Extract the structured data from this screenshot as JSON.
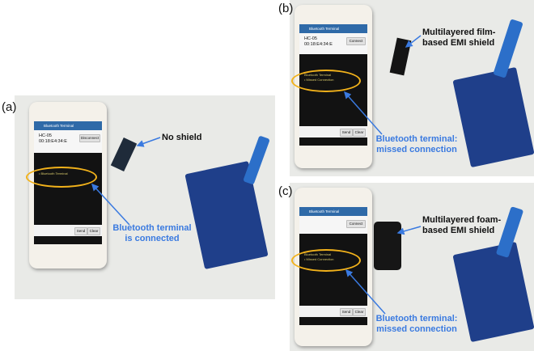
{
  "panels": [
    {
      "letter": "(a)",
      "app_title": "Bluetooth Terminal",
      "device_name": "HC-05",
      "device_address": "00:18:E4:34:E",
      "connect_button": "Disconnect",
      "terminal_lines": [
        "• Bluetooth Terminal"
      ],
      "send_button": "Send",
      "clear_button": "Clear",
      "shield_label": "No shield",
      "status_label": "Bluetooth terminal is connected",
      "status_lines": [
        "Bluetooth terminal",
        "is connected"
      ]
    },
    {
      "letter": "(b)",
      "app_title": "Bluetooth Terminal",
      "device_name": "HC-05",
      "device_address": "00:18:E4:34:E",
      "connect_button": "Connect",
      "terminal_lines": [
        "Bluetooth Terminal",
        "• Missed Connection"
      ],
      "send_button": "Send",
      "clear_button": "Clear",
      "shield_label": "Multilayered film-based EMI shield",
      "shield_lines": [
        "Multilayered film-",
        "based EMI shield"
      ],
      "status_label": "Bluetooth terminal: missed connection",
      "status_lines": [
        "Bluetooth terminal:",
        "missed connection"
      ]
    },
    {
      "letter": "(c)",
      "app_title": "Bluetooth Terminal",
      "device_name": "",
      "device_address": "",
      "connect_button": "Connect",
      "terminal_lines": [
        "Bluetooth Terminal",
        "• Missed Connection"
      ],
      "send_button": "Send",
      "clear_button": "Clear",
      "shield_label": "Multilayered foam-based EMI shield",
      "shield_lines": [
        "Multilayered foam-",
        "based EMI shield"
      ],
      "status_label": "Bluetooth terminal: missed connection",
      "status_lines": [
        "Bluetooth terminal:",
        "missed connection"
      ]
    }
  ],
  "colors": {
    "ellipse": "#f2b21b",
    "annotation_blue": "#3a7ae0",
    "board_blue": "#1f3f8a",
    "app_bar": "#2f6aa8"
  }
}
